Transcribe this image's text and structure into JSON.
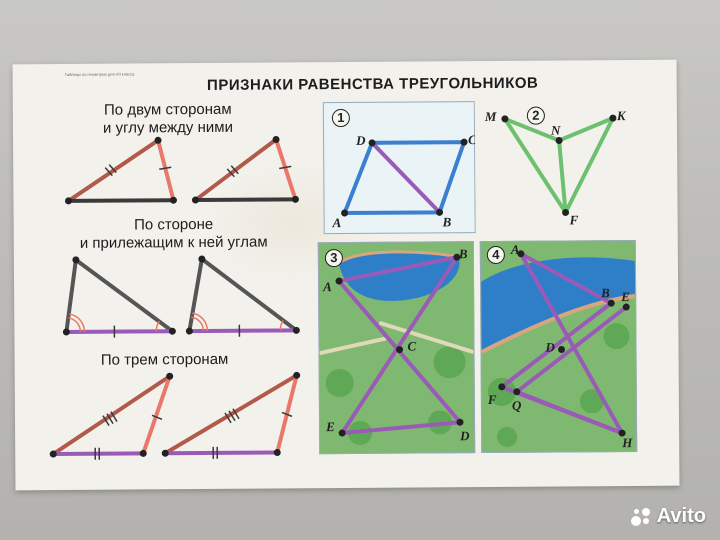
{
  "poster": {
    "title": "ПРИЗНАКИ РАВЕНСТВА ТРЕУГОЛЬНИКОВ",
    "small_caption": "Таблицы по геометрии для VII класса",
    "sections": [
      {
        "line1": "По двум сторонам",
        "line2": "и углу между ними"
      },
      {
        "line1": "По стороне",
        "line2": "и прилежащим к ней углам"
      },
      {
        "line1": "По трем сторонам",
        "line2": ""
      }
    ],
    "panels": [
      {
        "number": "1",
        "points": [
          "D",
          "C",
          "A",
          "B"
        ]
      },
      {
        "number": "2",
        "points": [
          "M",
          "N",
          "K",
          "F"
        ]
      },
      {
        "number": "3",
        "points": [
          "A",
          "B",
          "C",
          "E",
          "D"
        ]
      },
      {
        "number": "4",
        "points": [
          "A",
          "B",
          "E",
          "D",
          "F",
          "Q",
          "H"
        ]
      }
    ]
  },
  "colors": {
    "dark": "#3a3a3a",
    "red": "#e9786a",
    "brown": "#b25a4a",
    "purple": "#9a5ab8",
    "blue": "#3a7fd0",
    "green": "#6cc070",
    "water": "#2f7fc8",
    "grass": "#7fb870"
  },
  "watermark": {
    "text": "Avito"
  }
}
